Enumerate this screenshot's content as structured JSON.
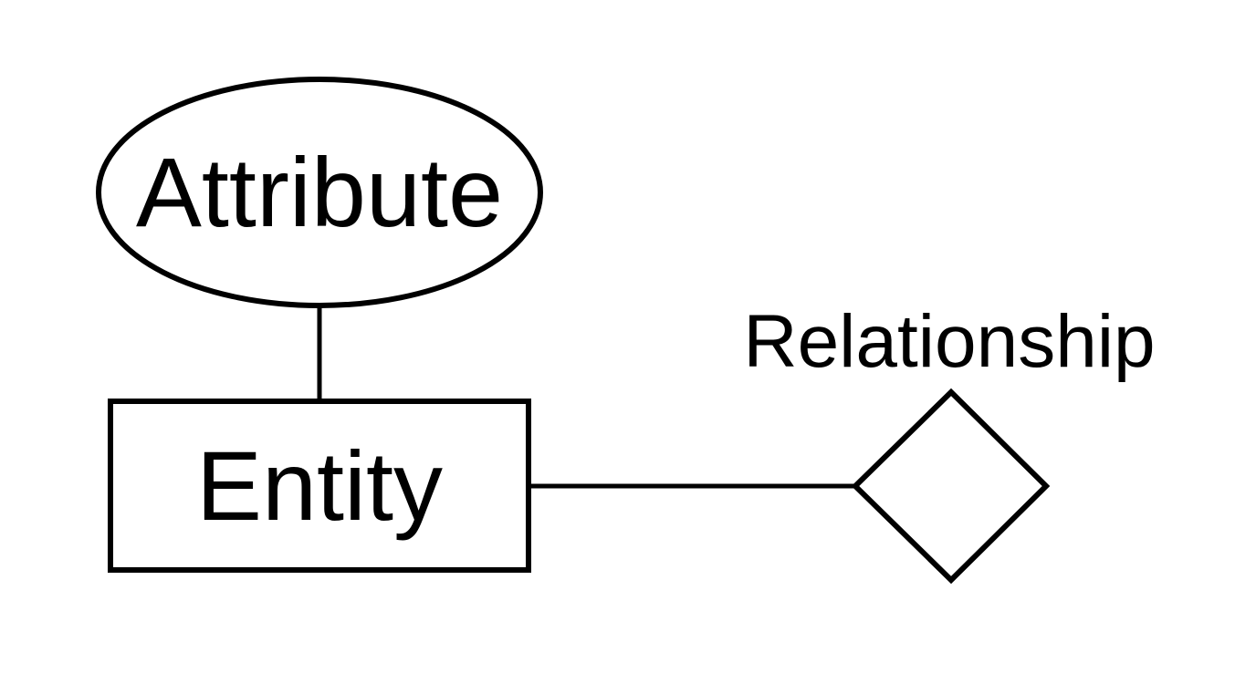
{
  "diagram": {
    "nodes": {
      "attribute": {
        "label": "Attribute",
        "shape": "ellipse"
      },
      "entity": {
        "label": "Entity",
        "shape": "rectangle"
      },
      "relationship": {
        "label": "Relationship",
        "shape": "diamond"
      }
    },
    "edges": [
      {
        "from": "attribute",
        "to": "entity"
      },
      {
        "from": "entity",
        "to": "relationship"
      }
    ],
    "colors": {
      "stroke": "#000000",
      "background": "#ffffff"
    }
  }
}
